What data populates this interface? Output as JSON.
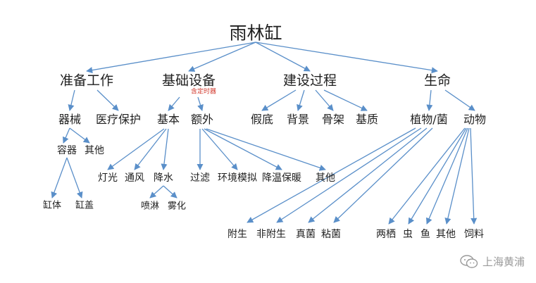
{
  "diagram": {
    "line_color": "#5a8fc9",
    "note_color": "#d23a2e",
    "nodes": {
      "root": "雨林缸",
      "prep": "准备工作",
      "equip": "基础设备",
      "build": "建设过程",
      "life": "生命",
      "tools": "器械",
      "medical": "医疗保护",
      "basic": "基本",
      "extra": "额外",
      "fake_bottom": "假底",
      "background": "背景",
      "skeleton": "骨架",
      "substrate": "基质",
      "plants": "植物/菌",
      "animals": "动物",
      "container": "容器",
      "tools_other": "其他",
      "light": "灯光",
      "ventilation": "通风",
      "rain": "降水",
      "filter": "过滤",
      "env_sim": "环境模拟",
      "temp": "降温保暖",
      "extra_other": "其他",
      "tank_body": "缸体",
      "tank_lid": "缸盖",
      "spray": "喷淋",
      "mist": "雾化",
      "epiphyte": "附生",
      "non_epiphyte": "非附生",
      "fungi": "真菌",
      "slime": "粘菌",
      "amphibian": "两栖",
      "insect": "虫",
      "fish": "鱼",
      "animal_other": "其他",
      "feed": "饲料"
    },
    "note_timer": "含定时器"
  },
  "watermark": {
    "text": "上海黄浦",
    "icon": "wechat-icon"
  }
}
